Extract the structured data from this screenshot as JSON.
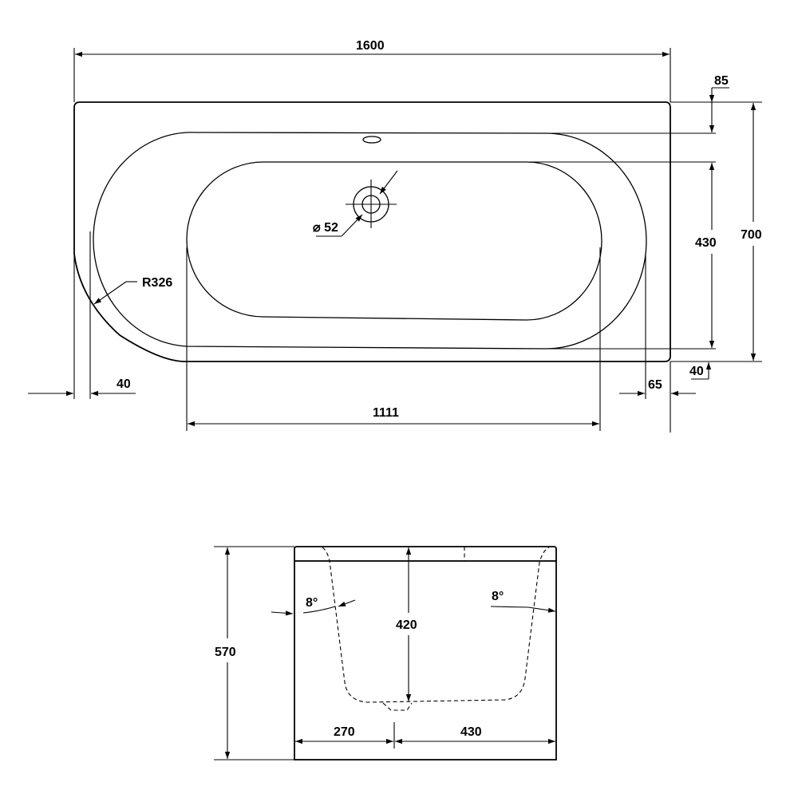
{
  "plan_view": {
    "overall_length": "1600",
    "overall_width": "700",
    "rim_top": "85",
    "inner_width": "430",
    "bottom_length": "1111",
    "left_offset": "40",
    "right_offset": "65",
    "rim_bottom": "40",
    "corner_radius": "R326",
    "drain_diameter": "⌀ 52"
  },
  "section_view": {
    "height": "570",
    "depth": "420",
    "left_angle": "8°",
    "right_angle": "8°",
    "left_width": "270",
    "right_width": "430"
  }
}
